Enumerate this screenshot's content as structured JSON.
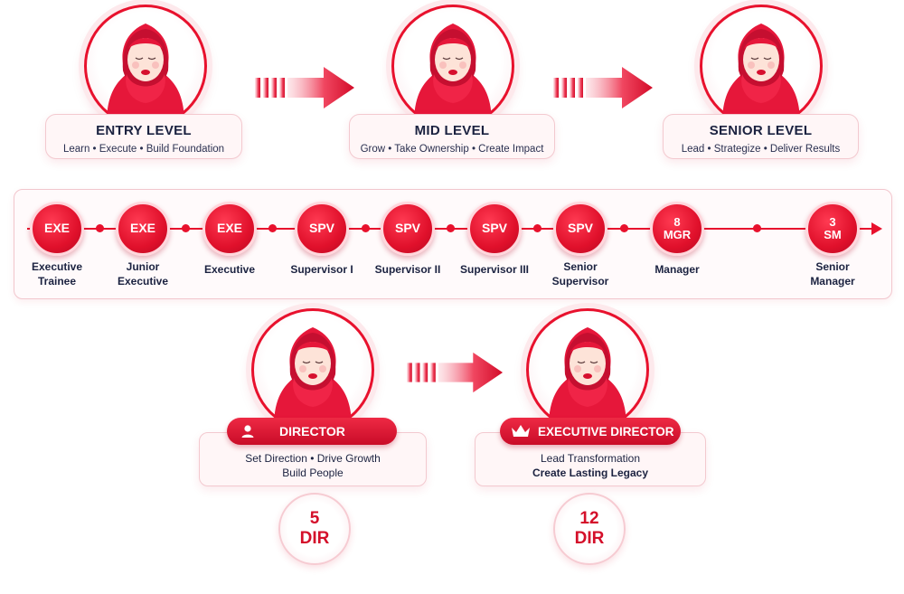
{
  "levels": [
    {
      "title": "ENTRY LEVEL",
      "subtitle": "Learn • Execute • Build Foundation"
    },
    {
      "title": "MID LEVEL",
      "subtitle": "Grow • Take Ownership • Create Impact"
    },
    {
      "title": "SENIOR LEVEL",
      "subtitle": "Lead • Strategize • Deliver Results"
    }
  ],
  "ladder": [
    {
      "code": "EXE",
      "label1": "Executive",
      "label2": "Trainee"
    },
    {
      "code": "EXE",
      "label1": "Junior",
      "label2": "Executive"
    },
    {
      "code": "EXE",
      "label1": "Executive",
      "label2": ""
    },
    {
      "code": "SPV",
      "label1": "Supervisor I",
      "label2": ""
    },
    {
      "code": "SPV",
      "label1": "Supervisor II",
      "label2": ""
    },
    {
      "code": "SPV",
      "label1": "Supervisor III",
      "label2": ""
    },
    {
      "code": "SPV",
      "label1": "Senior",
      "label2": "Supervisor"
    },
    {
      "code_num": "8",
      "code": "MGR",
      "label1": "Manager",
      "label2": ""
    },
    {
      "code_num": "3",
      "code": "SM",
      "label1": "Senior",
      "label2": "Manager"
    }
  ],
  "director": {
    "title": "DIRECTOR",
    "line1": "Set Direction • Drive Growth",
    "line2": "Build People",
    "badge_num": "5",
    "badge_code": "DIR",
    "icon": "person-icon"
  },
  "executive_director": {
    "title": "EXECUTIVE DIRECTOR",
    "line1": "Lead Transformation",
    "line2": "Create Lasting Legacy",
    "badge_num": "12",
    "badge_code": "DIR",
    "icon": "crown-icon"
  },
  "colors": {
    "accent": "#e8112d",
    "text": "#1b2240",
    "card": "#fff6f7"
  }
}
